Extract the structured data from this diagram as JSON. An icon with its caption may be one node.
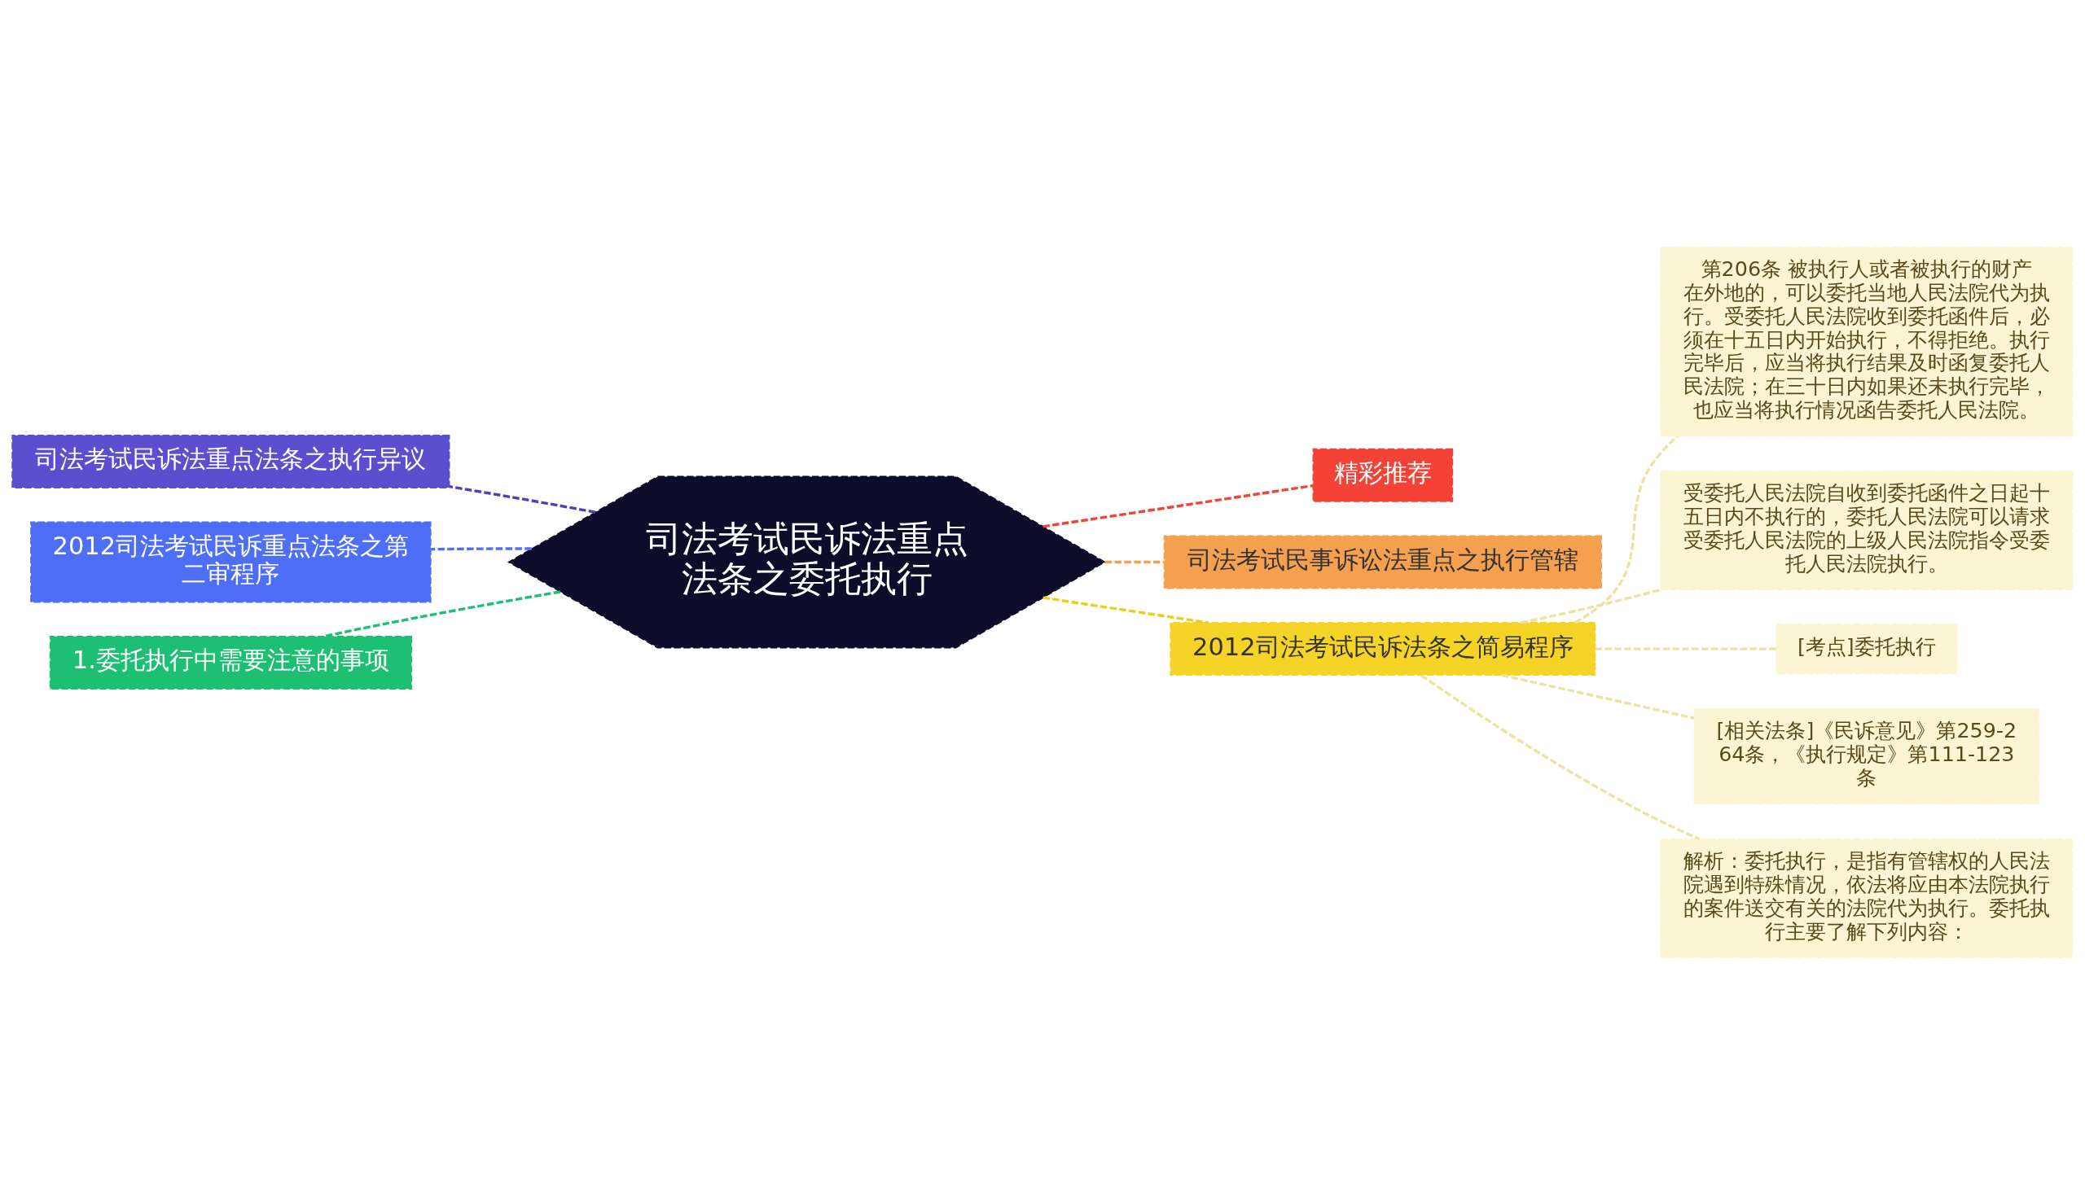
{
  "diagram": {
    "nodes": [
      {
        "text": [
          "司法考试民诉法重点法条之委托执行"
        ]
      },
      {
        "text": [
          "司法考试民诉法重点法条之执行异议"
        ]
      },
      {
        "text": [
          "2012司法考试民诉重点法条之第二审程序"
        ]
      },
      {
        "text": [
          "1.委托执行中需要注意的事项"
        ]
      },
      {
        "text": [
          "精彩推荐"
        ]
      },
      {
        "text": [
          "司法考试民事诉讼法重点之执行管辖"
        ]
      },
      {
        "text": [
          "2012司法考试民诉法条之简易程序"
        ]
      },
      {
        "text": [
          "第206条 被执行人或者被执行的财产在外地的，可以委托当地人民法院代为执行。受委托人民法院收到委托函件后，必须在十五日内开始执行，不得拒绝。执行完毕后，应当将执行结果及时函复委托人民法院；在三十日内如果还未执行完毕，也应当将执行情况函告委托人民法院。"
        ]
      },
      {
        "text": [
          "受委托人民法院自收到委托函件之日起十五日内不执行的，委托人民法院可以请求受委托人民法院的上级人民法院指令受委托人民法院执行。"
        ]
      },
      {
        "text": [
          "[考点]委托执行"
        ]
      },
      {
        "text": [
          "[相关法条]《民诉意见》第259-264条，《执行规定》第111-123条"
        ]
      },
      {
        "text": [
          "解析：委托执行，是指有管辖权的人民法院遇到特殊情况，依法将应由本法院执行的案件送交有关的法院代为执行。委托执行主要了解下列内容："
        ]
      }
    ],
    "edges": [
      {
        "from": 0,
        "to": 1,
        "arrow": "none",
        "style": "dashed",
        "color": "#4a3fbf"
      },
      {
        "from": 0,
        "to": 2,
        "arrow": "none",
        "style": "dashed",
        "color": "#4f6ef7"
      },
      {
        "from": 0,
        "to": 3,
        "arrow": "none",
        "style": "dashed",
        "color": "#1dbf73"
      },
      {
        "from": 0,
        "to": 4,
        "arrow": "none",
        "style": "dashed",
        "color": "#f44336"
      },
      {
        "from": 0,
        "to": 5,
        "arrow": "none",
        "style": "dashed",
        "color": "#f5a04e"
      },
      {
        "from": 0,
        "to": 6,
        "arrow": "none",
        "style": "dashed",
        "color": "#f0cd1c"
      },
      {
        "from": 6,
        "to": 7,
        "arrow": "none",
        "style": "dashed",
        "color": "#efe2a0"
      },
      {
        "from": 6,
        "to": 8,
        "arrow": "none",
        "style": "dashed",
        "color": "#efe2a0"
      },
      {
        "from": 6,
        "to": 9,
        "arrow": "none",
        "style": "dashed",
        "color": "#efe2a0"
      },
      {
        "from": 6,
        "to": 10,
        "arrow": "none",
        "style": "dashed",
        "color": "#efe2a0"
      },
      {
        "from": 6,
        "to": 11,
        "arrow": "none",
        "style": "dashed",
        "color": "#efe2a0"
      }
    ]
  }
}
